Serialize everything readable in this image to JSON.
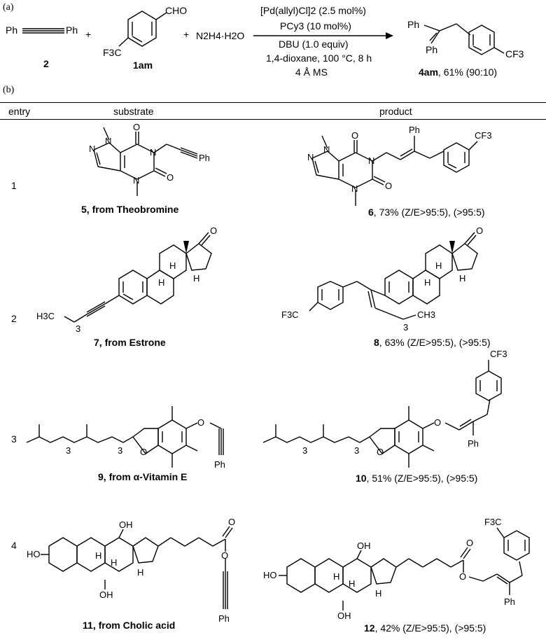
{
  "scheme_a": {
    "panel_label": "(a)",
    "reactant1_left": "Ph",
    "reactant1_right": "Ph",
    "reactant1_label": "2",
    "plus1": "+",
    "reactant2_group_top": "CHO",
    "reactant2_group_bottom": "F3C",
    "reactant2_label": "1am",
    "plus2": "+",
    "reagent_hydrazine": "N2H4·H2O",
    "conditions_above": [
      "[Pd(allyl)Cl]2 (2.5 mol%)",
      "PCy3 (10 mol%)"
    ],
    "conditions_below": [
      "DBU (1.0 equiv)",
      "1,4-dioxane, 100 °C, 8 h",
      "4  Å MS"
    ],
    "product_ph_top": "Ph",
    "product_ph_bottom": "Ph",
    "product_cf3": "CF3",
    "product_label": "4am",
    "product_yield": ", 61% (90:10)"
  },
  "scheme_b": {
    "panel_label": "(b)",
    "headers": {
      "entry": "entry",
      "substrate": "substrate",
      "product": "product"
    },
    "rows": [
      {
        "entry": "1",
        "substrate_label_num": "5",
        "substrate_label_text": ", from Theobromine",
        "substrate_atoms": {
          "n1": "N",
          "n2": "N",
          "n3": "N",
          "n4": "N",
          "o1": "O",
          "o2": "O",
          "ph": "Ph"
        },
        "product_label_num": "6",
        "product_yield": ", 73% (Z/E>95:5), (>95:5)",
        "product_atoms": {
          "n1": "N",
          "n2": "N",
          "n3": "N",
          "n4": "N",
          "o1": "O",
          "o2": "O",
          "ph": "Ph",
          "cf3": "CF3"
        }
      },
      {
        "entry": "2",
        "substrate_label_num": "7",
        "substrate_label_text": ", from Estrone",
        "substrate_atoms": {
          "o": "O",
          "h1": "H",
          "h2": "H",
          "h3": "H",
          "chain": "H3C",
          "sub": "3"
        },
        "product_label_num": "8",
        "product_yield": ", 63% (Z/E>95:5), (>95:5)",
        "product_atoms": {
          "o": "O",
          "h1": "H",
          "h2": "H",
          "h3": "H",
          "cf3": "F3C",
          "ch3": "CH3",
          "sub": "3"
        }
      },
      {
        "entry": "3",
        "substrate_label_num": "9",
        "substrate_label_text": ", from α-Vitamin E",
        "substrate_atoms": {
          "o1": "O",
          "o2": "O",
          "ph": "Ph",
          "sub": "3"
        },
        "product_label_num": "10",
        "product_yield": ", 51% (Z/E>95:5), (>95:5)",
        "product_atoms": {
          "o1": "O",
          "o2": "O",
          "ph": "Ph",
          "cf3": "CF3",
          "sub": "3"
        }
      },
      {
        "entry": "4",
        "substrate_label_num": "11",
        "substrate_label_text": ", from Cholic acid",
        "substrate_atoms": {
          "ho": "HO",
          "oh1": "OH",
          "oh2": "OH",
          "h1": "H",
          "h2": "H",
          "h3": "H",
          "o1": "O",
          "o2": "O",
          "ph": "Ph"
        },
        "product_label_num": "12",
        "product_yield": ", 42% (Z/E>95:5), (>95:5)",
        "product_atoms": {
          "ho": "HO",
          "oh1": "OH",
          "oh2": "OH",
          "h1": "H",
          "h2": "H",
          "h3": "H",
          "o1": "O",
          "o2": "O",
          "ph": "Ph",
          "cf3": "F3C"
        }
      }
    ]
  }
}
